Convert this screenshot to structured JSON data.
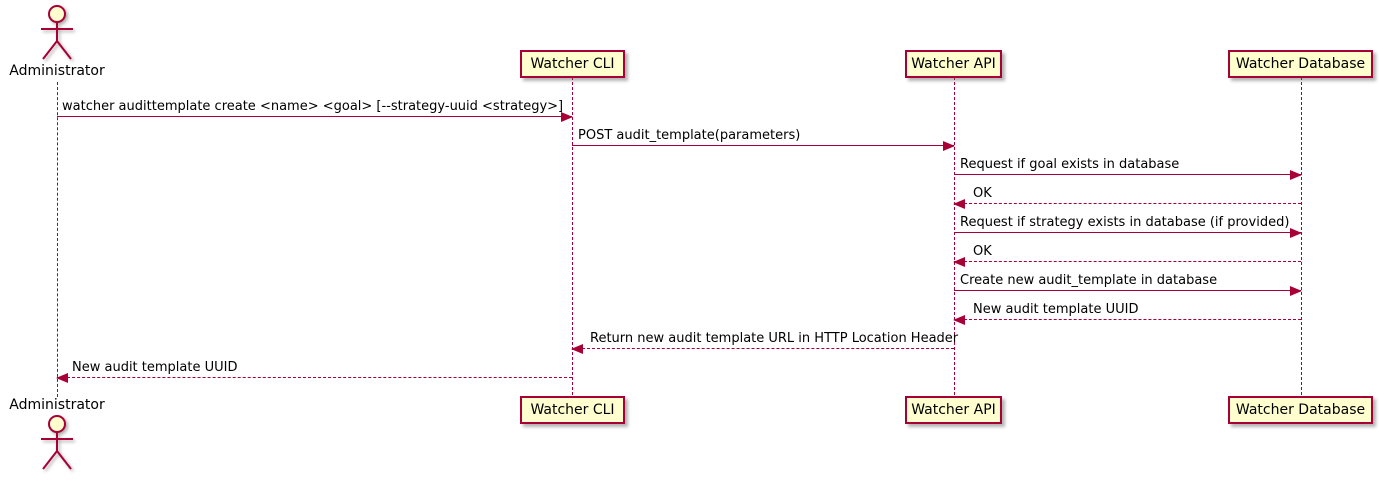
{
  "colors": {
    "accent": "#A80036",
    "fill": "#FEFECE",
    "text": "#000000",
    "background": "#FFFFFF"
  },
  "actor": {
    "label": "Administrator"
  },
  "participants": [
    {
      "label": "Watcher CLI"
    },
    {
      "label": "Watcher API"
    },
    {
      "label": "Watcher Database"
    }
  ],
  "messages": [
    {
      "from": "Administrator",
      "to": "Watcher CLI",
      "line": "solid",
      "text": "watcher audittemplate create <name> <goal> [--strategy-uuid <strategy>]"
    },
    {
      "from": "Watcher CLI",
      "to": "Watcher API",
      "line": "solid",
      "text": "POST audit_template(parameters)"
    },
    {
      "from": "Watcher API",
      "to": "Watcher Database",
      "line": "solid",
      "text": "Request if goal exists in database"
    },
    {
      "from": "Watcher Database",
      "to": "Watcher API",
      "line": "dashed",
      "text": "OK"
    },
    {
      "from": "Watcher API",
      "to": "Watcher Database",
      "line": "solid",
      "text": "Request if strategy exists in database (if provided)"
    },
    {
      "from": "Watcher Database",
      "to": "Watcher API",
      "line": "dashed",
      "text": "OK"
    },
    {
      "from": "Watcher API",
      "to": "Watcher Database",
      "line": "solid",
      "text": "Create new audit_template in database"
    },
    {
      "from": "Watcher Database",
      "to": "Watcher API",
      "line": "dashed",
      "text": "New audit template UUID"
    },
    {
      "from": "Watcher API",
      "to": "Watcher CLI",
      "line": "dashed",
      "text": "Return new audit template URL in HTTP Location Header"
    },
    {
      "from": "Watcher CLI",
      "to": "Administrator",
      "line": "dashed",
      "text": "New audit template UUID"
    }
  ]
}
